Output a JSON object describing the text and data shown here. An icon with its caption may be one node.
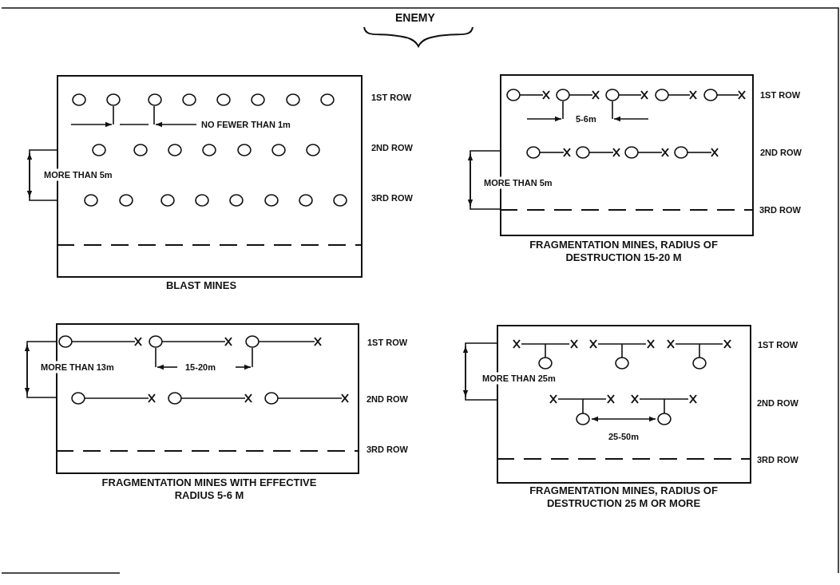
{
  "diagram": {
    "nodes": [
      {
        "text": [
          "BLAST MINES"
        ]
      },
      {
        "text": [
          "FRAGMENTATION MINES, RADIUS OF DESTRUCTION 15-20 M"
        ]
      },
      {
        "text": [
          "FRAGMENTATION MINES WITH EFFECTIVE RADIUS 5-6 M"
        ]
      },
      {
        "text": [
          "FRAGMENTATION MINES, RADIUS OF DESTRUCTION 25 M OR MORE"
        ]
      }
    ],
    "labels": [
      "ENEMY",
      "1ST ROW",
      "NO FEWER THAN 1m",
      "2ND ROW",
      "MORE THAN 5m",
      "3RD ROW",
      "1ST ROW",
      "5-6m",
      "2ND ROW",
      "MORE THAN 5m",
      "3RD ROW",
      "1ST ROW",
      "MORE THAN 13m",
      "15-20m",
      "2ND ROW",
      "3RD ROW",
      "1ST ROW",
      "MORE THAN 25m",
      "2ND ROW",
      "25-50m",
      "3RD ROW"
    ]
  }
}
